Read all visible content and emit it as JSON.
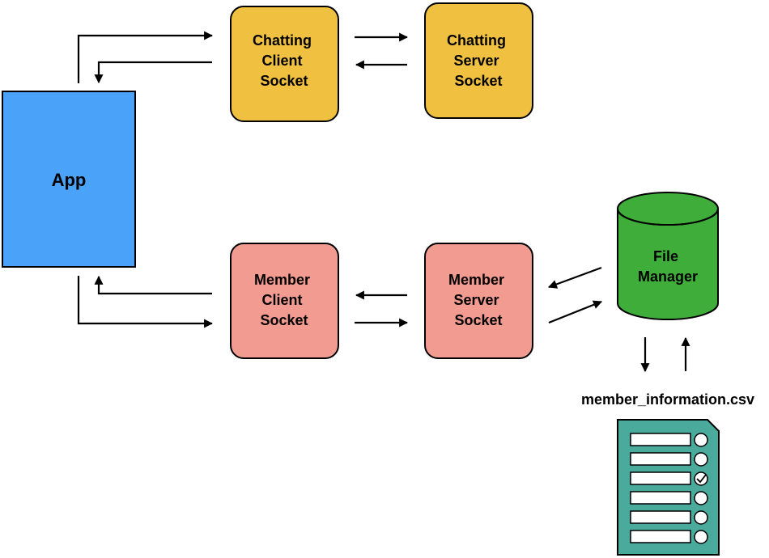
{
  "app": {
    "label": "App",
    "color": "#4aa3f9"
  },
  "chat_client": {
    "lines": [
      "Chatting",
      "Client",
      "Socket"
    ],
    "color": "#f0c040"
  },
  "chat_server": {
    "lines": [
      "Chatting",
      "Server",
      "Socket"
    ],
    "color": "#f0c040"
  },
  "member_client": {
    "lines": [
      "Member",
      "Client",
      "Socket"
    ],
    "color": "#f29b91"
  },
  "member_server": {
    "lines": [
      "Member",
      "Server",
      "Socket"
    ],
    "color": "#f29b91"
  },
  "file_manager": {
    "lines": [
      "File",
      "Manager"
    ],
    "color": "#3fad3a"
  },
  "csv_file": {
    "label": "member_information.csv",
    "color": "#4aaa9c"
  }
}
